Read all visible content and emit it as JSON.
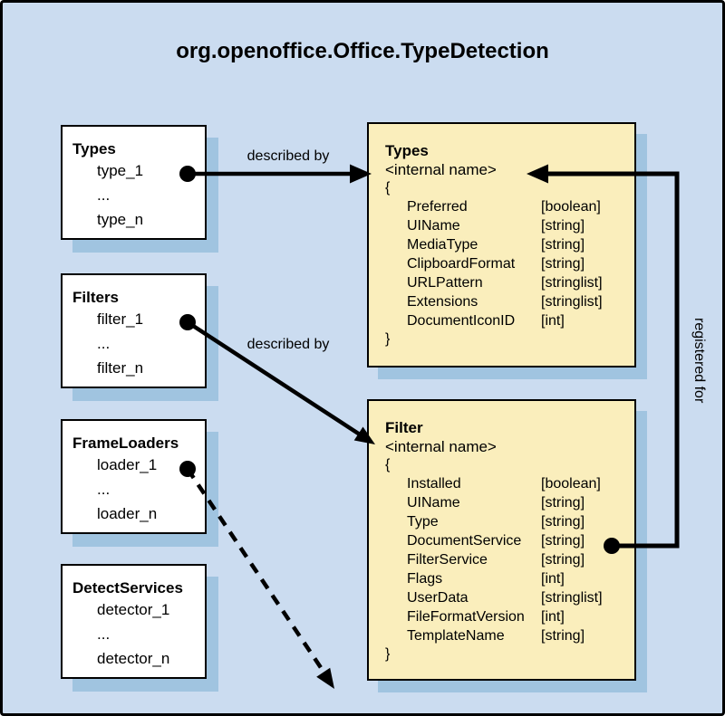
{
  "title": "org.openoffice.Office.TypeDetection",
  "colors": {
    "background": "#cbdcf0",
    "frame_border": "#000000",
    "box_fill": "#ffffff",
    "schema_fill": "#faeebc",
    "shadow": "#a0c4e0",
    "line": "#000000"
  },
  "list_boxes": [
    {
      "title": "Types",
      "items": [
        "type_1",
        "...",
        "type_n"
      ]
    },
    {
      "title": "Filters",
      "items": [
        "filter_1",
        "...",
        "filter_n"
      ]
    },
    {
      "title": "FrameLoaders",
      "items": [
        "loader_1",
        "...",
        "loader_n"
      ]
    },
    {
      "title": "DetectServices",
      "items": [
        "detector_1",
        "...",
        "detector_n"
      ]
    }
  ],
  "schema_boxes": [
    {
      "title": "Types",
      "subtitle": "<internal name>",
      "brace_open": "{",
      "brace_close": "}",
      "properties": [
        {
          "name": "Preferred",
          "type": "[boolean]"
        },
        {
          "name": "UIName",
          "type": "[string]"
        },
        {
          "name": "MediaType",
          "type": "[string]"
        },
        {
          "name": "ClipboardFormat",
          "type": "[string]"
        },
        {
          "name": "URLPattern",
          "type": "[stringlist]"
        },
        {
          "name": "Extensions",
          "type": "[stringlist]"
        },
        {
          "name": "DocumentIconID",
          "type": "[int]"
        }
      ]
    },
    {
      "title": "Filter",
      "subtitle": "<internal name>",
      "brace_open": "{",
      "brace_close": "}",
      "properties": [
        {
          "name": "Installed",
          "type": "[boolean]"
        },
        {
          "name": "UIName",
          "type": "[string]"
        },
        {
          "name": "Type",
          "type": "[string]"
        },
        {
          "name": "DocumentService",
          "type": "[string]"
        },
        {
          "name": "FilterService",
          "type": "[string]"
        },
        {
          "name": "Flags",
          "type": "[int]"
        },
        {
          "name": "UserData",
          "type": "[stringlist]"
        },
        {
          "name": "FileFormatVersion",
          "type": "[int]"
        },
        {
          "name": "TemplateName",
          "type": "[string]"
        }
      ]
    }
  ],
  "connectors": {
    "described_by_types": "described by",
    "described_by_filters": "described by",
    "registered_for": "registered for"
  }
}
